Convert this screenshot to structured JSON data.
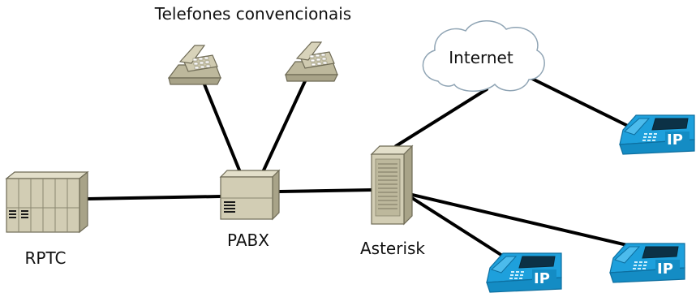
{
  "labels": {
    "phones_group": "Telefones convencionais",
    "internet": "Internet",
    "pstn": "RPTC",
    "pbx": "PABX",
    "server": "Asterisk",
    "ip_badge": "IP"
  },
  "colors": {
    "links": "#000000",
    "desk_phone": "#c8c3a8",
    "equipment": "#d2cdb4",
    "ip_phone": "#1ea0dc",
    "cloud_stroke": "#8fa4b4"
  },
  "icons": {
    "pstn": "telephone-exchange-icon",
    "pbx": "pabx-device-icon",
    "server": "tower-server-icon",
    "desk_phone": "desk-phone-icon",
    "ip_phone": "ip-phone-icon",
    "internet": "cloud-icon"
  }
}
